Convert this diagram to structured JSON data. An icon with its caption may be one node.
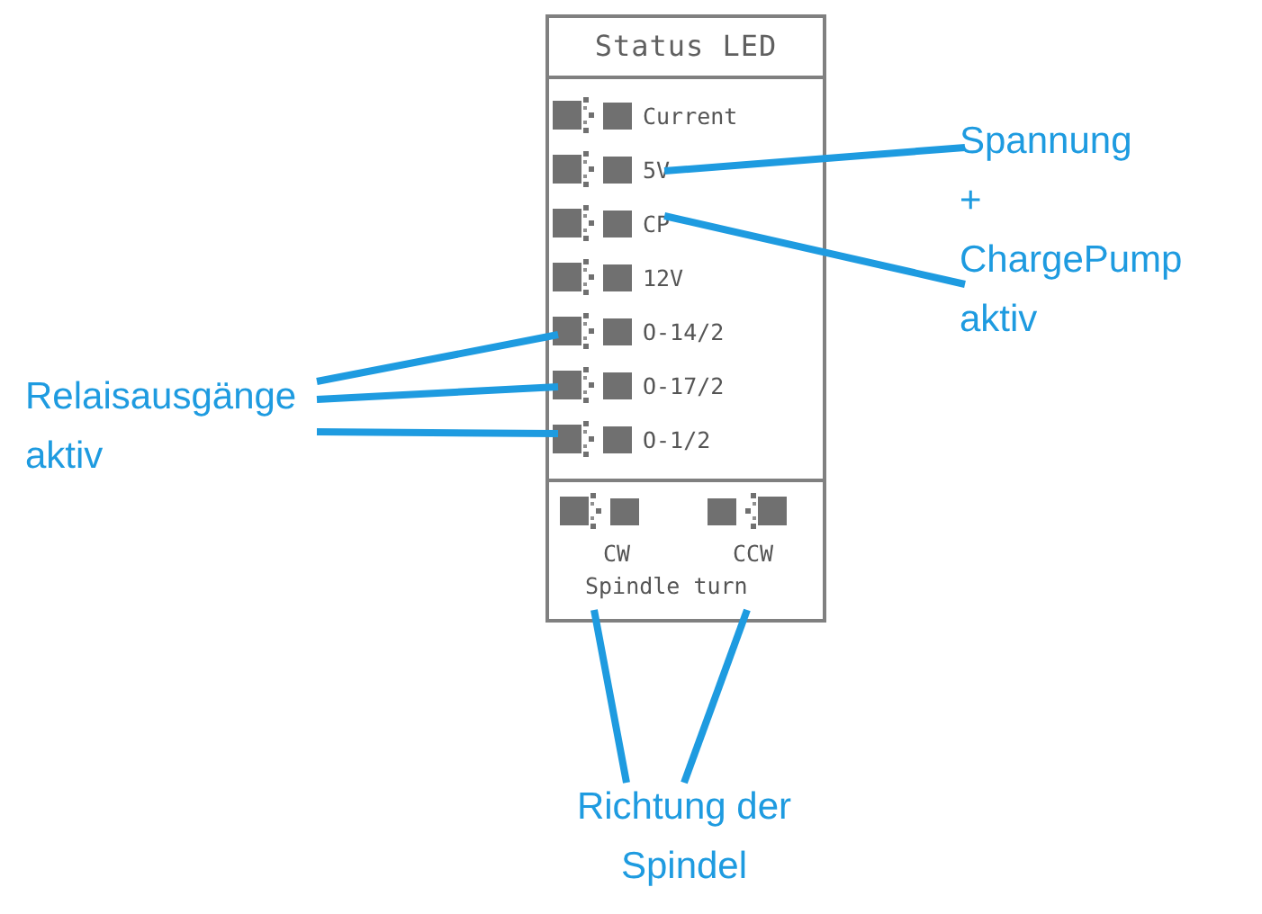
{
  "diagram": {
    "nodes": [
      {
        "text": [
          "Status LED"
        ]
      },
      {
        "text": [
          "Current"
        ],
        "in": 0
      },
      {
        "text": [
          "5V"
        ],
        "in": 0
      },
      {
        "text": [
          "CP"
        ],
        "in": 0
      },
      {
        "text": [
          "12V"
        ],
        "in": 0
      },
      {
        "text": [
          "O-14/2"
        ],
        "in": 0
      },
      {
        "text": [
          "O-17/2"
        ],
        "in": 0
      },
      {
        "text": [
          "O-1/2"
        ],
        "in": 0
      },
      {
        "text": [
          "CW",
          "CCW",
          "Spindle turn"
        ],
        "in": 0
      },
      {
        "text": [
          "Spannung + ChargePump aktiv"
        ]
      },
      {
        "text": [
          "Relaisausgänge aktiv"
        ]
      },
      {
        "text": [
          "Richtung der Spindel"
        ]
      }
    ],
    "edges": [
      {
        "from": 9,
        "to": 2,
        "arrow": "none"
      },
      {
        "from": 9,
        "to": 3,
        "arrow": "none"
      },
      {
        "from": 10,
        "to": 5,
        "arrow": "none"
      },
      {
        "from": 10,
        "to": 6,
        "arrow": "none"
      },
      {
        "from": 10,
        "to": 7,
        "arrow": "none"
      },
      {
        "from": 11,
        "to": 8,
        "arrow": "none"
      },
      {
        "from": 11,
        "to": 8,
        "arrow": "none"
      }
    ]
  }
}
